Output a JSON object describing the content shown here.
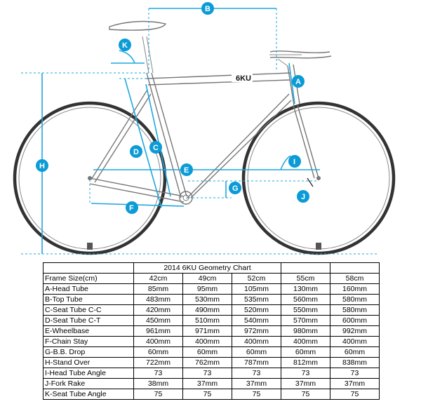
{
  "diagram": {
    "brand": "6KU",
    "labels": {
      "a": "A",
      "b": "B",
      "c": "C",
      "d": "D",
      "e": "E",
      "f": "F",
      "g": "G",
      "h": "H",
      "i": "I",
      "j": "J",
      "k": "K"
    },
    "colors": {
      "accent": "#1ea7dd",
      "label_bg": "#0b9bd6",
      "frame": "#777777"
    }
  },
  "table": {
    "title": "2014 6KU Geometry Chart",
    "header_label": "Frame Size(cm)",
    "sizes": [
      "42cm",
      "49cm",
      "52cm",
      "55cm",
      "58cm"
    ],
    "rows": [
      {
        "label": "A-Head Tube",
        "values": [
          "85mm",
          "95mm",
          "105mm",
          "130mm",
          "160mm"
        ]
      },
      {
        "label": "B-Top Tube",
        "values": [
          "483mm",
          "530mm",
          "535mm",
          "560mm",
          "580mm"
        ]
      },
      {
        "label": "C-Seat Tube C-C",
        "values": [
          "420mm",
          "490mm",
          "520mm",
          "550mm",
          "580mm"
        ]
      },
      {
        "label": "D-Seat Tube C-T",
        "values": [
          "450mm",
          "510mm",
          "540mm",
          "570mm",
          "600mm"
        ]
      },
      {
        "label": "E-Wheelbase",
        "values": [
          "961mm",
          "971mm",
          "972mm",
          "980mm",
          "992mm"
        ]
      },
      {
        "label": "F-Chain Stay",
        "values": [
          "400mm",
          "400mm",
          "400mm",
          "400mm",
          "400mm"
        ]
      },
      {
        "label": "G-B.B. Drop",
        "values": [
          "60mm",
          "60mm",
          "60mm",
          "60mm",
          "60mm"
        ]
      },
      {
        "label": "H-Stand Over",
        "values": [
          "722mm",
          "762mm",
          "787mm",
          "812mm",
          "838mm"
        ]
      },
      {
        "label": "I-Head Tube Angle",
        "values": [
          "73",
          "73",
          "73",
          "73",
          "73"
        ]
      },
      {
        "label": "J-Fork Rake",
        "values": [
          "38mm",
          "37mm",
          "37mm",
          "37mm",
          "37mm"
        ]
      },
      {
        "label": "K-Seat Tube Angle",
        "values": [
          "75",
          "75",
          "75",
          "75",
          "75"
        ]
      }
    ]
  }
}
